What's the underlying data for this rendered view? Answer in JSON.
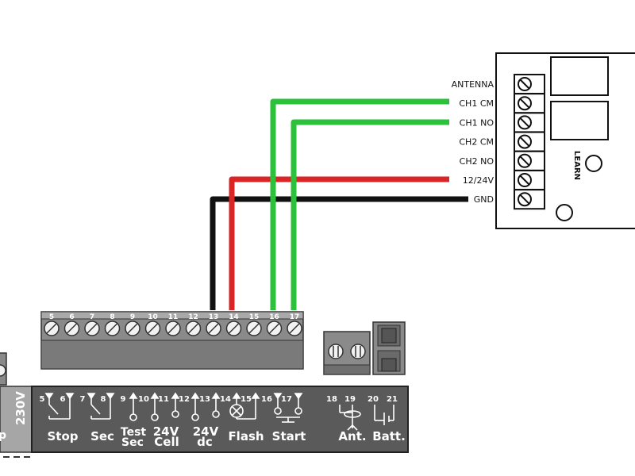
{
  "receiver": {
    "terminals": [
      "ANTENNA",
      "CH1 CM",
      "CH1 NO",
      "CH2 CM",
      "CH2 NO",
      "12/24V",
      "GND"
    ],
    "learn_label": "LEARN"
  },
  "wires": [
    {
      "from": "GND",
      "to": "13",
      "color": "#111111"
    },
    {
      "from": "12/24V",
      "to": "14",
      "color": "#d92525"
    },
    {
      "from": "CH1 CM",
      "to": "16",
      "color": "#2cc13b"
    },
    {
      "from": "CH1 NO",
      "to": "17",
      "color": "#2cc13b"
    }
  ],
  "terminal_block": {
    "numbers": [
      "5",
      "6",
      "7",
      "8",
      "9",
      "10",
      "11",
      "12",
      "13",
      "14",
      "15",
      "16",
      "17"
    ]
  },
  "control_board": {
    "voltage_label": "230V",
    "edge_label": "p",
    "pin_numbers": [
      "5",
      "6",
      "7",
      "8",
      "9",
      "10",
      "11",
      "12",
      "13",
      "14",
      "15",
      "16",
      "17",
      "18",
      "19",
      "20",
      "21"
    ],
    "functions": {
      "stop": "Stop",
      "sec": "Sec",
      "test_sec_1": "Test",
      "test_sec_2": "Sec",
      "cell_1": "24V",
      "cell_2": "Cell",
      "dc_1": "24V",
      "dc_2": "dc",
      "flash": "Flash",
      "start": "Start",
      "ant": "Ant.",
      "batt": "Batt."
    }
  }
}
